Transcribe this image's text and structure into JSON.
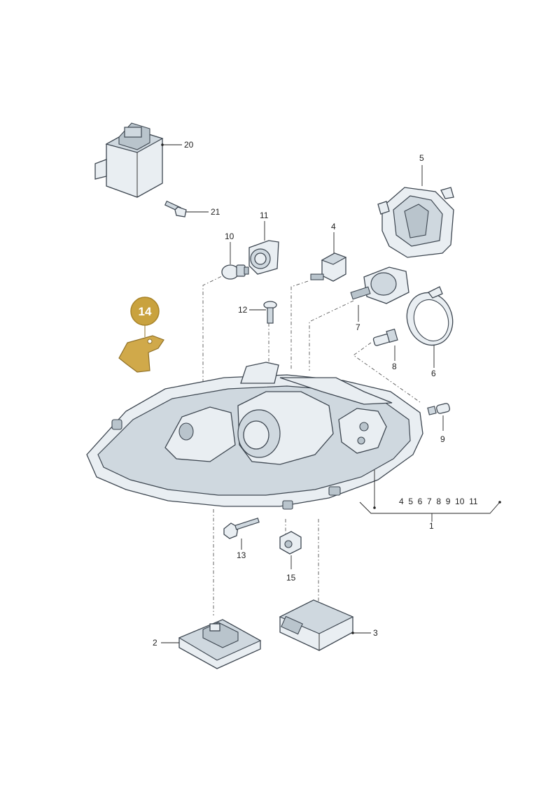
{
  "labels": {
    "p1": "1",
    "p2": "2",
    "p3": "3",
    "p4": "4",
    "p5": "5",
    "p6": "6",
    "p7": "7",
    "p8": "8",
    "p9": "9",
    "p10": "10",
    "p11": "11",
    "p12": "12",
    "p13": "13",
    "p15": "15",
    "p20": "20",
    "p21": "21",
    "group": "4  5  6  7  8  9  10  11"
  },
  "highlight": {
    "number": "14",
    "color": "#c9a23e"
  }
}
